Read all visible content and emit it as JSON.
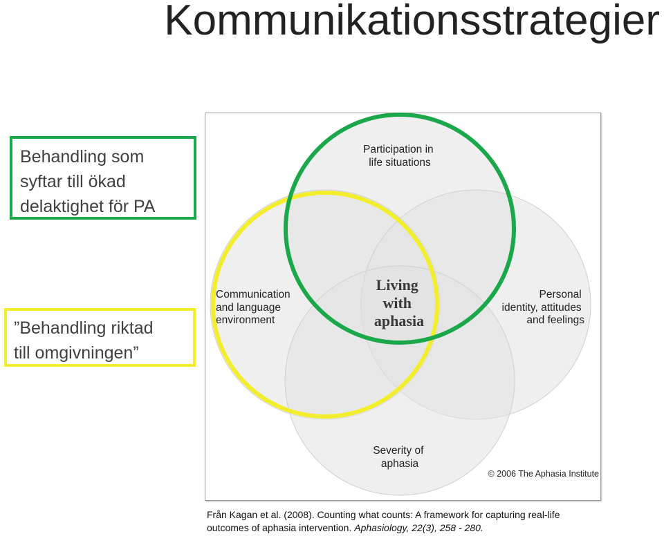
{
  "title": "Kommunikationsstrategier",
  "green_box": {
    "lines": [
      "Behandling som",
      "syftar till ökad",
      "delaktighet för PA"
    ]
  },
  "yellow_box": {
    "lines": [
      "”Behandling riktad",
      "till omgivningen”"
    ]
  },
  "diagram": {
    "participation": [
      "Participation in",
      "life situations"
    ],
    "communication": [
      "Communication",
      "and language",
      "environment"
    ],
    "personal": [
      "Personal",
      "identity, attitudes",
      "and feelings"
    ],
    "severity": [
      "Severity of",
      "aphasia"
    ],
    "center": [
      "Living",
      "with",
      "aphasia"
    ],
    "copyright": "© 2006 The Aphasia Institute"
  },
  "reference": {
    "line1": "Från Kagan et al. (2008). Counting what counts: A framework for capturing real-life",
    "line2_plain": "outcomes of aphasia intervention. ",
    "line2_italic": "Aphasiology, 22(3), 258 - 280."
  },
  "colors": {
    "green": "#1aa84a",
    "yellow": "#f2ee2b",
    "circle_fill": "#e3e3e3"
  }
}
